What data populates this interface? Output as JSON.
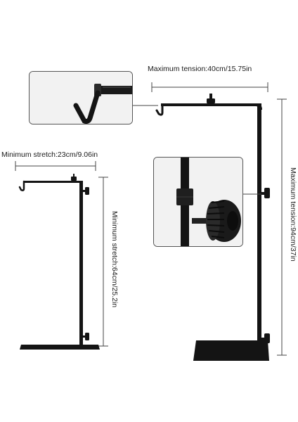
{
  "labels": {
    "max_tension_width": "Maximum tension:40cm/15.75in",
    "min_stretch_width": "Minimum stretch:23cm/9.06in",
    "min_stretch_height": "Minimum stretch:64cm/25.2in",
    "max_tension_height": "Maximum tension:94cm/37in"
  },
  "colors": {
    "metal": "#141414",
    "dimension_line": "#444444",
    "inset_bg": "#f2f2f2"
  },
  "icons": {
    "hook_detail": "hook-closeup",
    "knob_detail": "adjustment-knob-closeup"
  }
}
